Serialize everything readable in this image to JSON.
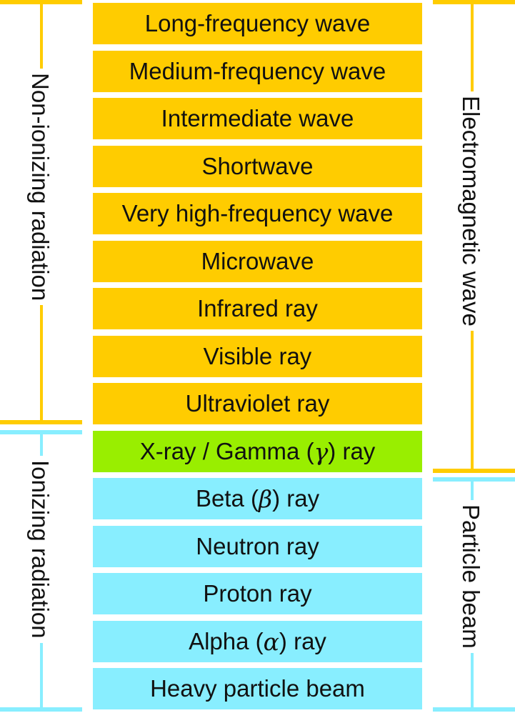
{
  "bands": [
    {
      "text": "Long-frequency wave",
      "kind": "orange"
    },
    {
      "text": "Medium-frequency wave",
      "kind": "orange"
    },
    {
      "text": "Intermediate wave",
      "kind": "orange"
    },
    {
      "text": "Shortwave",
      "kind": "orange"
    },
    {
      "text": "Very high-frequency wave",
      "kind": "orange"
    },
    {
      "text": "Microwave",
      "kind": "orange"
    },
    {
      "text": "Infrared ray",
      "kind": "orange"
    },
    {
      "text": "Visible ray",
      "kind": "orange"
    },
    {
      "text": "Ultraviolet ray",
      "kind": "orange"
    },
    {
      "text": "X-ray / Gamma (",
      "greek": "γ",
      "after": ") ray",
      "kind": "green"
    },
    {
      "text": "Beta (",
      "greek": "β",
      "after": ") ray",
      "kind": "cyan"
    },
    {
      "text": "Neutron ray",
      "kind": "cyan"
    },
    {
      "text": "Proton ray",
      "kind": "cyan"
    },
    {
      "text": "Alpha (",
      "greek": "α",
      "after": ") ray",
      "kind": "cyan"
    },
    {
      "text": "Heavy particle beam",
      "kind": "cyan"
    }
  ],
  "brackets": {
    "non_ionizing": "Non-ionizing radiation",
    "ionizing": "Ionizing radiation",
    "electromagnetic": "Electromagnetic wave",
    "particle": "Particle beam"
  },
  "colors": {
    "non_ionizing": "#ffcc00",
    "gamma": "#99ee00",
    "ionizing": "#88eeff"
  }
}
